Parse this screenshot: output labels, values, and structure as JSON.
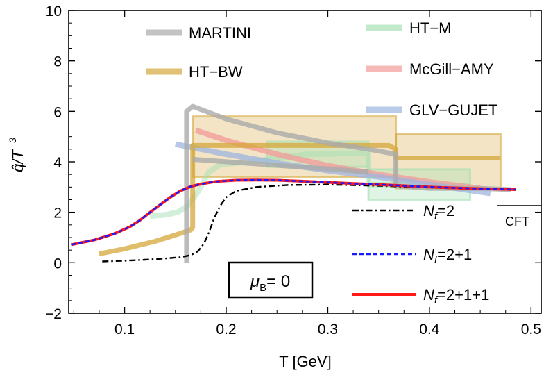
{
  "chart_data": {
    "type": "line",
    "xlabel": "T  [GeV]",
    "ylabel_main": "q̂/T",
    "ylabel_exp": "3",
    "xlim": [
      0.045,
      0.51
    ],
    "ylim": [
      -2,
      10
    ],
    "x_ticks": [
      0.1,
      0.2,
      0.3,
      0.4,
      0.5
    ],
    "x_tick_labels": [
      "0.1",
      "0.2",
      "0.3",
      "0.4",
      "0.5"
    ],
    "y_ticks": [
      -2,
      0,
      2,
      4,
      6,
      8,
      10
    ],
    "y_tick_labels": [
      "−2",
      "0",
      "2",
      "4",
      "6",
      "8",
      "10"
    ],
    "grid": false,
    "colors": {
      "martini": "#aaaaaa",
      "ht_bw": "#d4a73a",
      "ht_m": "#a6e0b4",
      "mcgill_amy": "#f39a9a",
      "glv_gujet": "#9db4e0",
      "nf2": "#000000",
      "nf21": "#1a1aff",
      "nf211": "#ff1a1a"
    },
    "bands": [
      {
        "key": "ht_bw",
        "x": [
          0.167,
          0.367
        ],
        "y": [
          3.4,
          5.8
        ]
      },
      {
        "key": "ht_bw",
        "x": [
          0.367,
          0.47
        ],
        "y": [
          2.95,
          5.1
        ]
      },
      {
        "key": "ht_m",
        "x": [
          0.24,
          0.34
        ],
        "y": [
          3.8,
          4.8
        ]
      },
      {
        "key": "ht_m",
        "x": [
          0.34,
          0.44
        ],
        "y": [
          2.5,
          3.7
        ]
      }
    ],
    "series": [
      {
        "key": "ht_m",
        "name": "HT−M",
        "width": 8,
        "opacity": 0.5,
        "x": [
          0.125,
          0.14,
          0.152,
          0.162,
          0.172,
          0.183,
          0.195,
          0.21,
          0.225,
          0.24,
          0.28,
          0.34,
          0.34,
          0.38,
          0.44
        ],
        "y": [
          1.85,
          1.9,
          2.0,
          2.25,
          2.8,
          3.6,
          3.9,
          3.95,
          4.0,
          4.1,
          4.3,
          4.35,
          3.1,
          3.1,
          3.05
        ]
      },
      {
        "key": "mcgill_amy",
        "name": "McGill−AMY",
        "width": 8,
        "opacity": 0.75,
        "x": [
          0.17,
          0.2,
          0.25,
          0.3,
          0.35,
          0.4,
          0.45
        ],
        "y": [
          5.25,
          4.85,
          4.3,
          3.85,
          3.5,
          3.2,
          2.95
        ]
      },
      {
        "key": "glv_gujet",
        "name": "GLV−GUJET",
        "width": 8,
        "opacity": 0.75,
        "x": [
          0.15,
          0.2,
          0.25,
          0.3,
          0.35,
          0.4,
          0.46
        ],
        "y": [
          4.7,
          4.3,
          3.95,
          3.65,
          3.4,
          3.1,
          2.75
        ]
      },
      {
        "key": "ht_bw",
        "name": "HT−BW",
        "width": 7,
        "opacity": 0.75,
        "x": [
          0.075,
          0.1,
          0.13,
          0.15,
          0.165,
          0.167,
          0.167,
          0.2,
          0.3,
          0.36,
          0.367,
          0.367,
          0.42,
          0.47
        ],
        "y": [
          0.35,
          0.55,
          0.85,
          1.1,
          1.3,
          1.4,
          4.65,
          4.65,
          4.65,
          4.65,
          4.5,
          4.15,
          4.15,
          4.15
        ]
      },
      {
        "key": "martini",
        "name": "MARTINI",
        "width": 7,
        "opacity": 0.8,
        "x": [
          0.161,
          0.161,
          0.167,
          0.2,
          0.25,
          0.3,
          0.34,
          0.367,
          0.367,
          0.4,
          0.45,
          0.48
        ],
        "y": [
          0.0,
          6.0,
          6.2,
          5.7,
          5.15,
          4.75,
          4.5,
          4.3,
          3.05,
          2.95,
          2.95,
          2.9
        ]
      },
      {
        "key": "martini",
        "name": "",
        "width": 7,
        "opacity": 0.8,
        "x": [
          0.167,
          0.34
        ],
        "y": [
          4.1,
          3.6
        ]
      },
      {
        "key": "nf2",
        "name": "N_f=2",
        "width": 2.4,
        "dash": "9,4,2.5,4",
        "opacity": 1,
        "x": [
          0.078,
          0.1,
          0.12,
          0.14,
          0.155,
          0.165,
          0.172,
          0.178,
          0.183,
          0.188,
          0.194,
          0.2,
          0.21,
          0.23,
          0.26,
          0.3,
          0.35,
          0.4,
          0.44,
          0.485
        ],
        "y": [
          0.05,
          0.08,
          0.12,
          0.17,
          0.22,
          0.3,
          0.45,
          0.75,
          1.2,
          1.75,
          2.25,
          2.6,
          2.85,
          3.0,
          3.08,
          3.1,
          3.05,
          2.98,
          2.93,
          2.9
        ]
      },
      {
        "key": "nf211",
        "name": "N_f=2+1+1",
        "width": 4,
        "opacity": 1,
        "x": [
          0.048,
          0.07,
          0.09,
          0.105,
          0.115,
          0.125,
          0.135,
          0.145,
          0.155,
          0.165,
          0.175,
          0.19,
          0.21,
          0.23,
          0.25,
          0.28,
          0.32,
          0.36,
          0.4,
          0.44,
          0.485
        ],
        "y": [
          0.72,
          0.9,
          1.15,
          1.42,
          1.68,
          2.0,
          2.3,
          2.6,
          2.85,
          3.02,
          3.12,
          3.22,
          3.27,
          3.28,
          3.27,
          3.22,
          3.15,
          3.08,
          3.0,
          2.95,
          2.9
        ]
      },
      {
        "key": "nf21",
        "name": "N_f=2+1",
        "width": 2.6,
        "dash": "6,4",
        "opacity": 1,
        "x": [
          0.048,
          0.07,
          0.09,
          0.105,
          0.115,
          0.125,
          0.135,
          0.145,
          0.155,
          0.165,
          0.175,
          0.19,
          0.21,
          0.23,
          0.25,
          0.28,
          0.32,
          0.36,
          0.4,
          0.44,
          0.485
        ],
        "y": [
          0.72,
          0.9,
          1.15,
          1.42,
          1.68,
          2.0,
          2.3,
          2.6,
          2.85,
          3.02,
          3.12,
          3.22,
          3.27,
          3.28,
          3.27,
          3.22,
          3.15,
          3.08,
          3.0,
          2.95,
          2.9
        ]
      }
    ],
    "legend_top": [
      {
        "key": "martini",
        "label": "MARTINI"
      },
      {
        "key": "ht_bw",
        "label": "HT−BW"
      },
      {
        "key": "ht_m",
        "label": "HT−M"
      },
      {
        "key": "mcgill_amy",
        "label": "McGill−AMY"
      },
      {
        "key": "glv_gujet",
        "label": "GLV−GUJET"
      }
    ],
    "legend_bottom": [
      {
        "key": "nf2",
        "label_main": "N",
        "label_sub": "f",
        "label_rest": "=2"
      },
      {
        "key": "nf21",
        "label_main": "N",
        "label_sub": "f",
        "label_rest": "=2+1"
      },
      {
        "key": "nf211",
        "label_main": "N",
        "label_sub": "f",
        "label_rest": "=2+1+1"
      }
    ],
    "cft_label": "CFT",
    "mu_box": {
      "main": "μ",
      "sub": "B",
      "rest": "= 0"
    }
  }
}
